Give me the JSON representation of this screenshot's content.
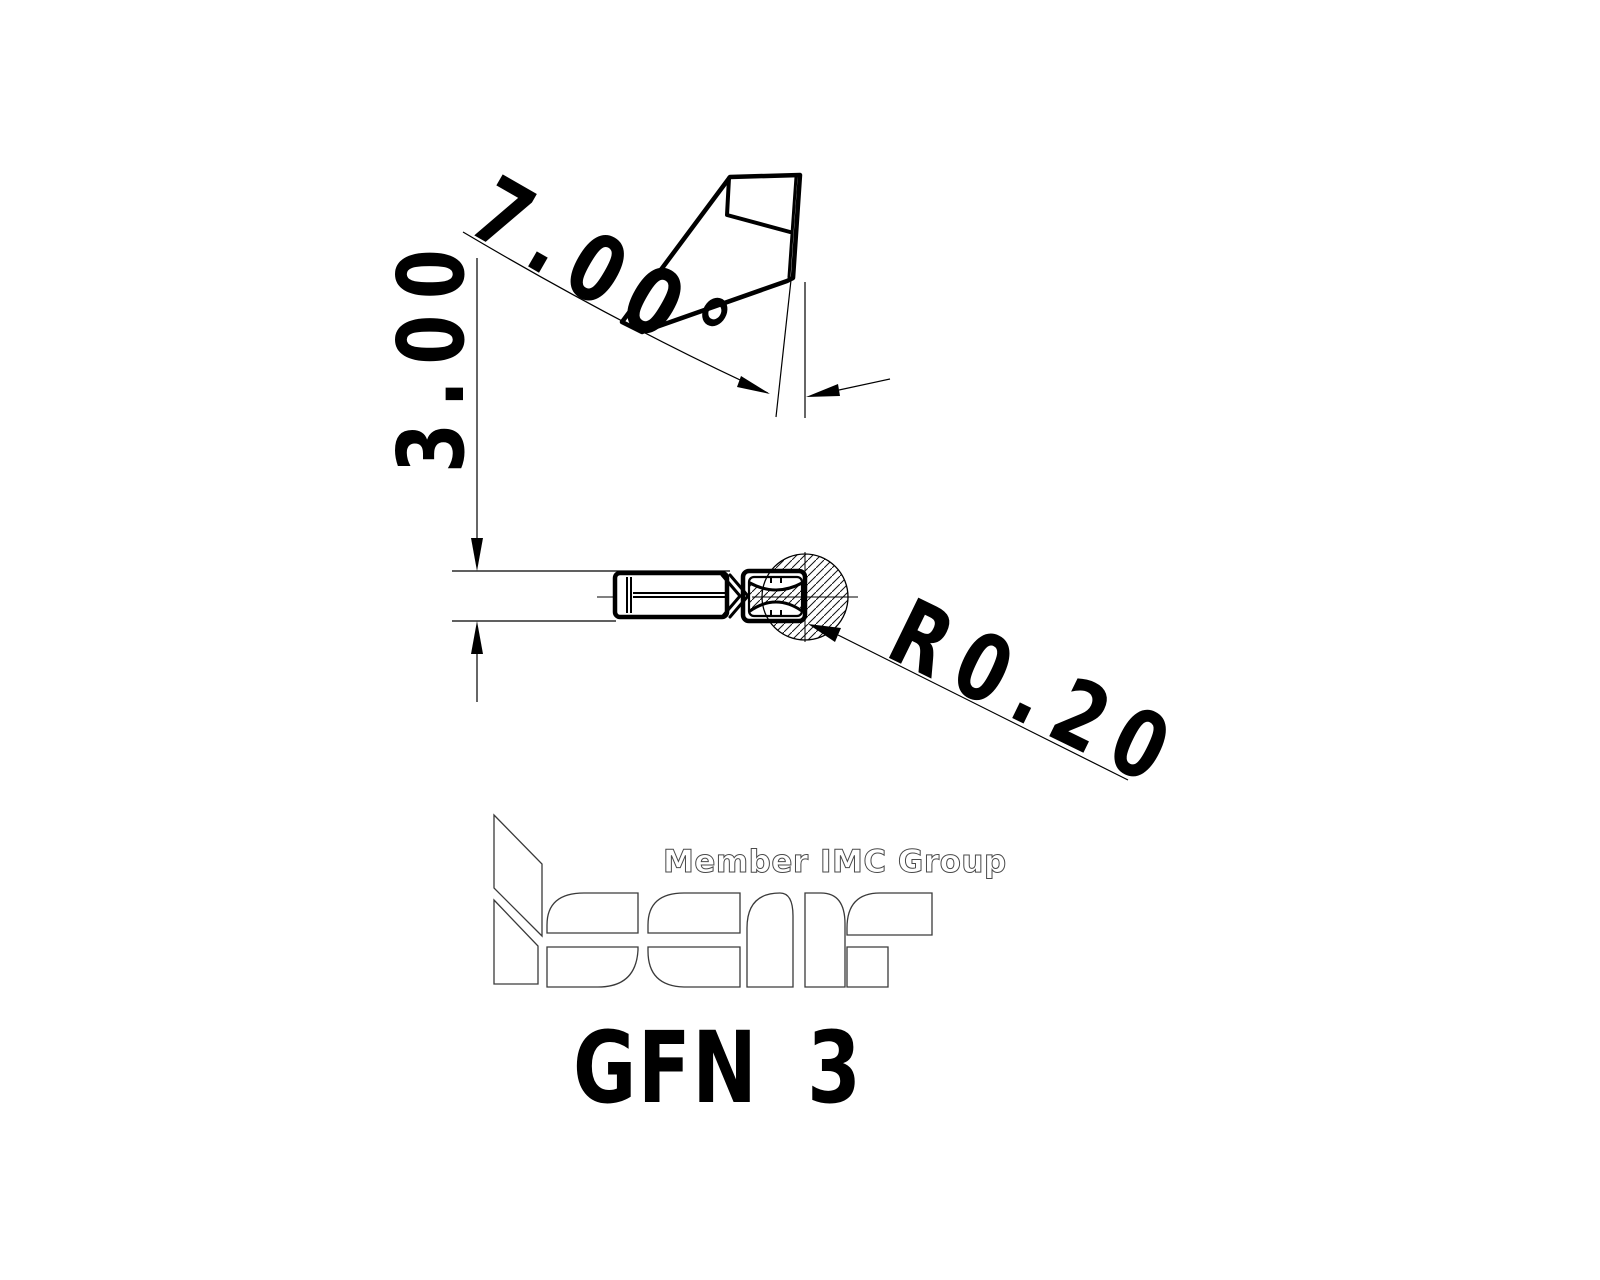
{
  "drawing": {
    "title": "GFN 3 insert technical drawing",
    "dimensions": {
      "angle": "7.00°",
      "width": "3.00",
      "radius": "R0.20"
    },
    "part_number": "GFN 3"
  },
  "logo": {
    "member_text": "Member IMC Group",
    "brand": "iscar"
  },
  "colors": {
    "ink": "#000000",
    "background": "#ffffff",
    "logo_outline": "#3a3a3a"
  }
}
